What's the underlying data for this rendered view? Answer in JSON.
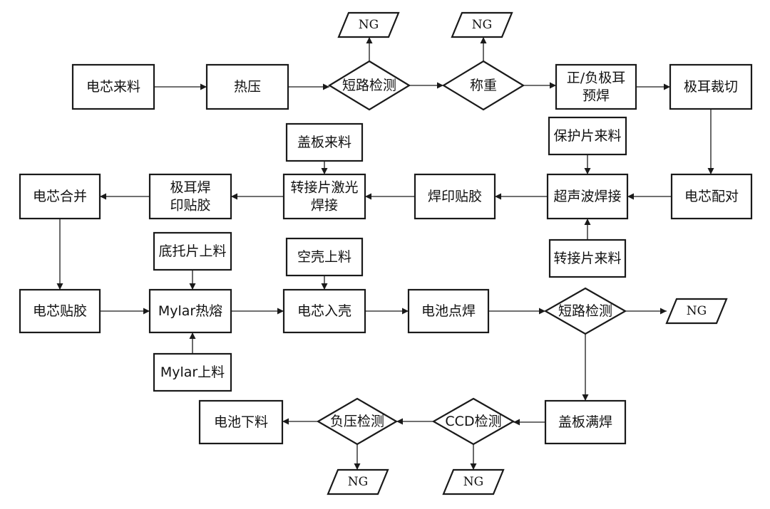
{
  "nodes": {
    "n1": {
      "shape": "rect",
      "lines": [
        "电芯来料"
      ]
    },
    "n2": {
      "shape": "rect",
      "lines": [
        "热压"
      ]
    },
    "n3": {
      "shape": "diamond",
      "lines": [
        "短路检测"
      ]
    },
    "n4": {
      "shape": "diamond",
      "lines": [
        "称重"
      ]
    },
    "n5": {
      "shape": "rect",
      "lines": [
        "正/负极耳",
        "预焊"
      ]
    },
    "n6": {
      "shape": "rect",
      "lines": [
        "极耳裁切"
      ]
    },
    "ng1": {
      "shape": "para",
      "lines": [
        "NG"
      ]
    },
    "ng2": {
      "shape": "para",
      "lines": [
        "NG"
      ]
    },
    "n7": {
      "shape": "rect",
      "lines": [
        "保护片来料"
      ]
    },
    "n8": {
      "shape": "rect",
      "lines": [
        "盖板来料"
      ]
    },
    "n9": {
      "shape": "rect",
      "lines": [
        "电芯合并"
      ]
    },
    "n10": {
      "shape": "rect",
      "lines": [
        "极耳焊",
        "印贴胶"
      ]
    },
    "n11": {
      "shape": "rect",
      "lines": [
        "转接片激光",
        "焊接"
      ]
    },
    "n12": {
      "shape": "rect",
      "lines": [
        "焊印贴胶"
      ]
    },
    "n13": {
      "shape": "rect",
      "lines": [
        "超声波焊接"
      ]
    },
    "n14": {
      "shape": "rect",
      "lines": [
        "电芯配对"
      ]
    },
    "n15": {
      "shape": "rect",
      "lines": [
        "转接片来料"
      ]
    },
    "n16": {
      "shape": "rect",
      "lines": [
        "底托片上料"
      ]
    },
    "n17": {
      "shape": "rect",
      "lines": [
        "空壳上料"
      ]
    },
    "n18": {
      "shape": "rect",
      "lines": [
        "电芯贴胶"
      ]
    },
    "n19": {
      "shape": "rect",
      "lines": [
        "Mylar热熔"
      ]
    },
    "n20": {
      "shape": "rect",
      "lines": [
        "电芯入壳"
      ]
    },
    "n21": {
      "shape": "rect",
      "lines": [
        "电池点焊"
      ]
    },
    "n22": {
      "shape": "diamond",
      "lines": [
        "短路检测"
      ]
    },
    "ng3": {
      "shape": "para",
      "lines": [
        "NG"
      ]
    },
    "n23": {
      "shape": "rect",
      "lines": [
        "Mylar上料"
      ]
    },
    "n24": {
      "shape": "rect",
      "lines": [
        "电池下料"
      ]
    },
    "n25": {
      "shape": "diamond",
      "lines": [
        "负压检测"
      ]
    },
    "n26": {
      "shape": "diamond",
      "lines": [
        "CCD检测"
      ]
    },
    "n27": {
      "shape": "rect",
      "lines": [
        "盖板满焊"
      ]
    },
    "ng4": {
      "shape": "para",
      "lines": [
        "NG"
      ]
    },
    "ng5": {
      "shape": "para",
      "lines": [
        "NG"
      ]
    }
  },
  "edges": [
    [
      "n1",
      "n2"
    ],
    [
      "n2",
      "n3"
    ],
    [
      "n3",
      "ng1"
    ],
    [
      "n3",
      "n4"
    ],
    [
      "n4",
      "ng2"
    ],
    [
      "n4",
      "n5"
    ],
    [
      "n5",
      "n6"
    ],
    [
      "n6",
      "n14"
    ],
    [
      "n14",
      "n13"
    ],
    [
      "n7",
      "n13"
    ],
    [
      "n15",
      "n13"
    ],
    [
      "n13",
      "n12"
    ],
    [
      "n12",
      "n11"
    ],
    [
      "n8",
      "n11"
    ],
    [
      "n11",
      "n10"
    ],
    [
      "n10",
      "n9"
    ],
    [
      "n9",
      "n18"
    ],
    [
      "n18",
      "n19"
    ],
    [
      "n16",
      "n19"
    ],
    [
      "n23",
      "n19"
    ],
    [
      "n19",
      "n20"
    ],
    [
      "n17",
      "n20"
    ],
    [
      "n20",
      "n21"
    ],
    [
      "n21",
      "n22"
    ],
    [
      "n22",
      "ng3"
    ],
    [
      "n22",
      "n27"
    ],
    [
      "n27",
      "n26"
    ],
    [
      "n26",
      "ng5"
    ],
    [
      "n26",
      "n25"
    ],
    [
      "n25",
      "ng4"
    ],
    [
      "n25",
      "n24"
    ]
  ]
}
